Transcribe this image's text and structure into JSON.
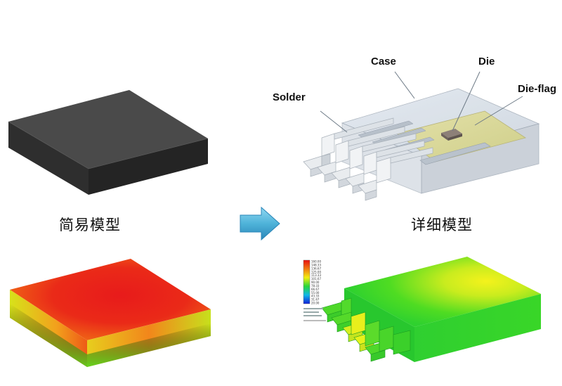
{
  "labels": {
    "simple_model": "简易模型",
    "detailed_model": "详细模型"
  },
  "callouts": {
    "solder": "Solder",
    "case": "Case",
    "die": "Die",
    "die_flag": "Die-flag"
  },
  "legend": {
    "ticks": [
      "160.00",
      "148.33",
      "136.67",
      "125.00",
      "113.33",
      "101.67",
      "90.00",
      "78.33",
      "66.67",
      "55.00",
      "43.33",
      "31.67",
      "20.00"
    ]
  },
  "colors": {
    "arrow": "#4fb3d9",
    "block_dark": "#3a3a3a",
    "hot": "#e8231a",
    "cool": "#2fd12f"
  }
}
